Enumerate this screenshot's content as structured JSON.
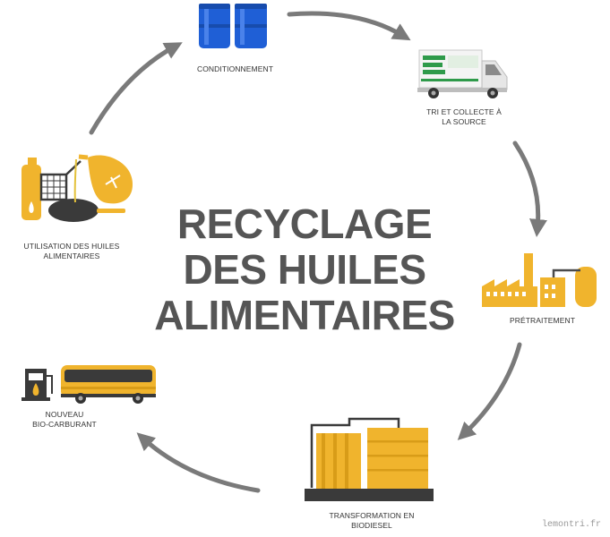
{
  "title": {
    "line1": "RECYCLAGE",
    "line2": "DES HUILES",
    "line3": "ALIMENTAIRES"
  },
  "steps": [
    {
      "line1": "CONDITIONNEMENT",
      "line2": "",
      "icon": "barrels-icon"
    },
    {
      "line1": "TRI ET COLLECTE À",
      "line2": "LA SOURCE",
      "icon": "truck-icon"
    },
    {
      "line1": "PRÉTRAITEMENT",
      "line2": "",
      "icon": "factory-icon"
    },
    {
      "line1": "TRANSFORMATION EN",
      "line2": "BIODIESEL",
      "icon": "tanks-icon"
    },
    {
      "line1": "NOUVEAU",
      "line2": "BIO-CARBURANT",
      "icon": "bus-icon"
    },
    {
      "line1": "UTILISATION DES HUILES",
      "line2": "ALIMENTAIRES",
      "icon": "cooking-oil-icon"
    }
  ],
  "watermark": "lemontri.fr",
  "colors": {
    "yellow": "#f0b42d",
    "blue": "#1f5fd6",
    "arrow": "#7a7a7a",
    "title": "#555555",
    "dark": "#3a3a3a"
  }
}
